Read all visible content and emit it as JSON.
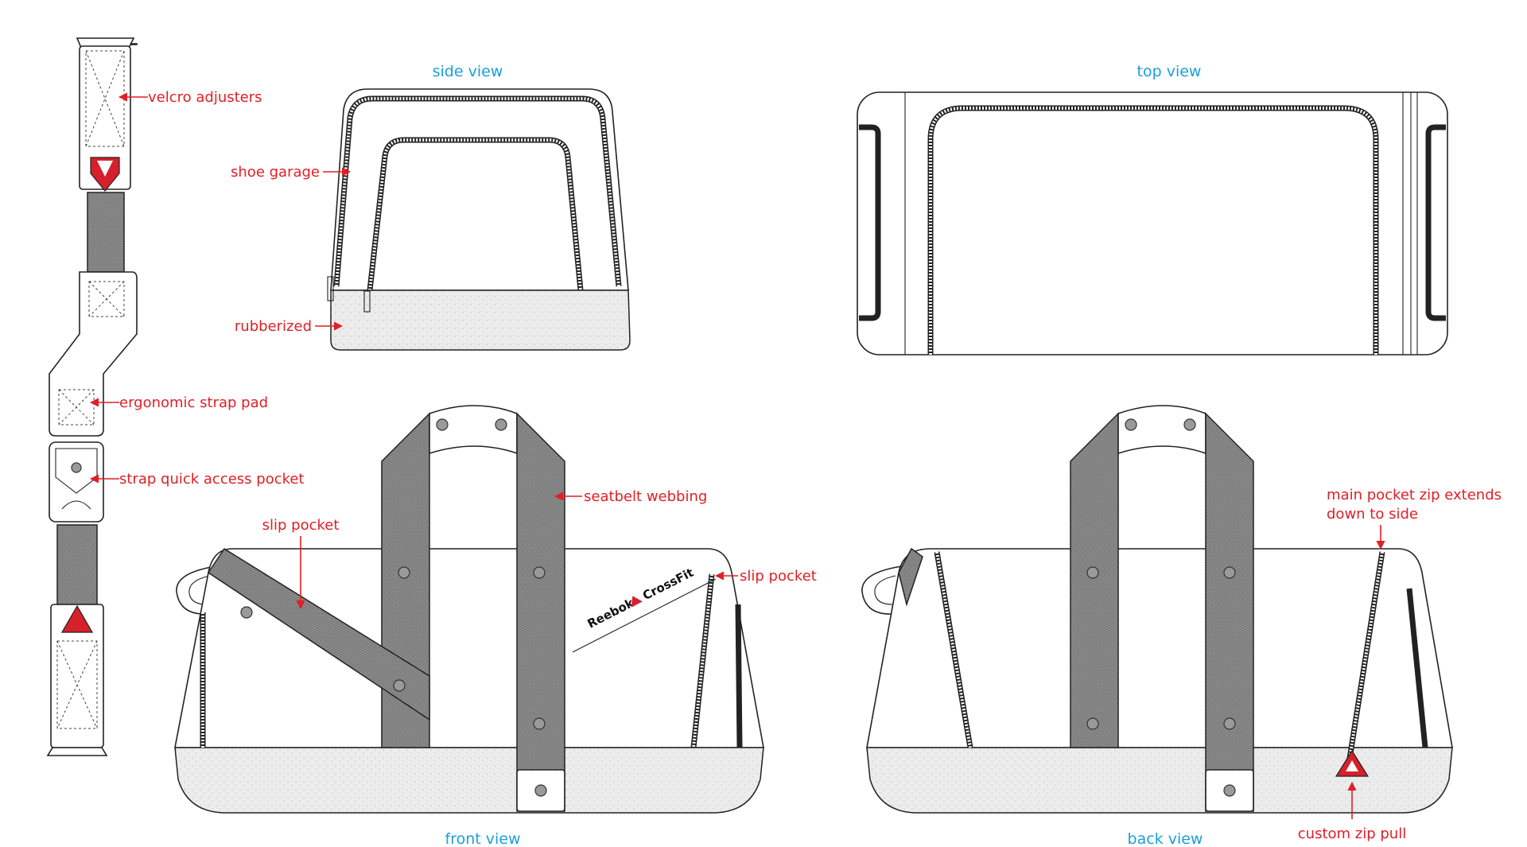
{
  "views": {
    "side": "side view",
    "top": "top view",
    "front": "front view",
    "back": "back view"
  },
  "callouts": {
    "velcro_adjusters": "velcro adjusters",
    "shoe_garage": "shoe garage",
    "rubberized": "rubberized",
    "ergonomic_strap_pad": "ergonomic strap pad",
    "strap_quick_access_pocket": "strap quick access pocket",
    "seatbelt_webbing": "seatbelt webbing",
    "slip_pocket_left": "slip pocket",
    "slip_pocket_right": "slip pocket",
    "main_pocket_line1": "main pocket zip extends",
    "main_pocket_line2": "down to side",
    "custom_zip_pull": "custom zip pull"
  },
  "logo": {
    "brand1": "Reebok",
    "brand2": "CrossFit"
  },
  "colors": {
    "callout": "#e01f26",
    "view_title": "#1aa0d8",
    "webbing": "#8c8c8c",
    "rubber": "#e6e6e6",
    "logo_red": "#d6202b"
  },
  "icons": [
    "reebok-delta-icon",
    "snap-button-icon",
    "velcro-pad-icon"
  ]
}
